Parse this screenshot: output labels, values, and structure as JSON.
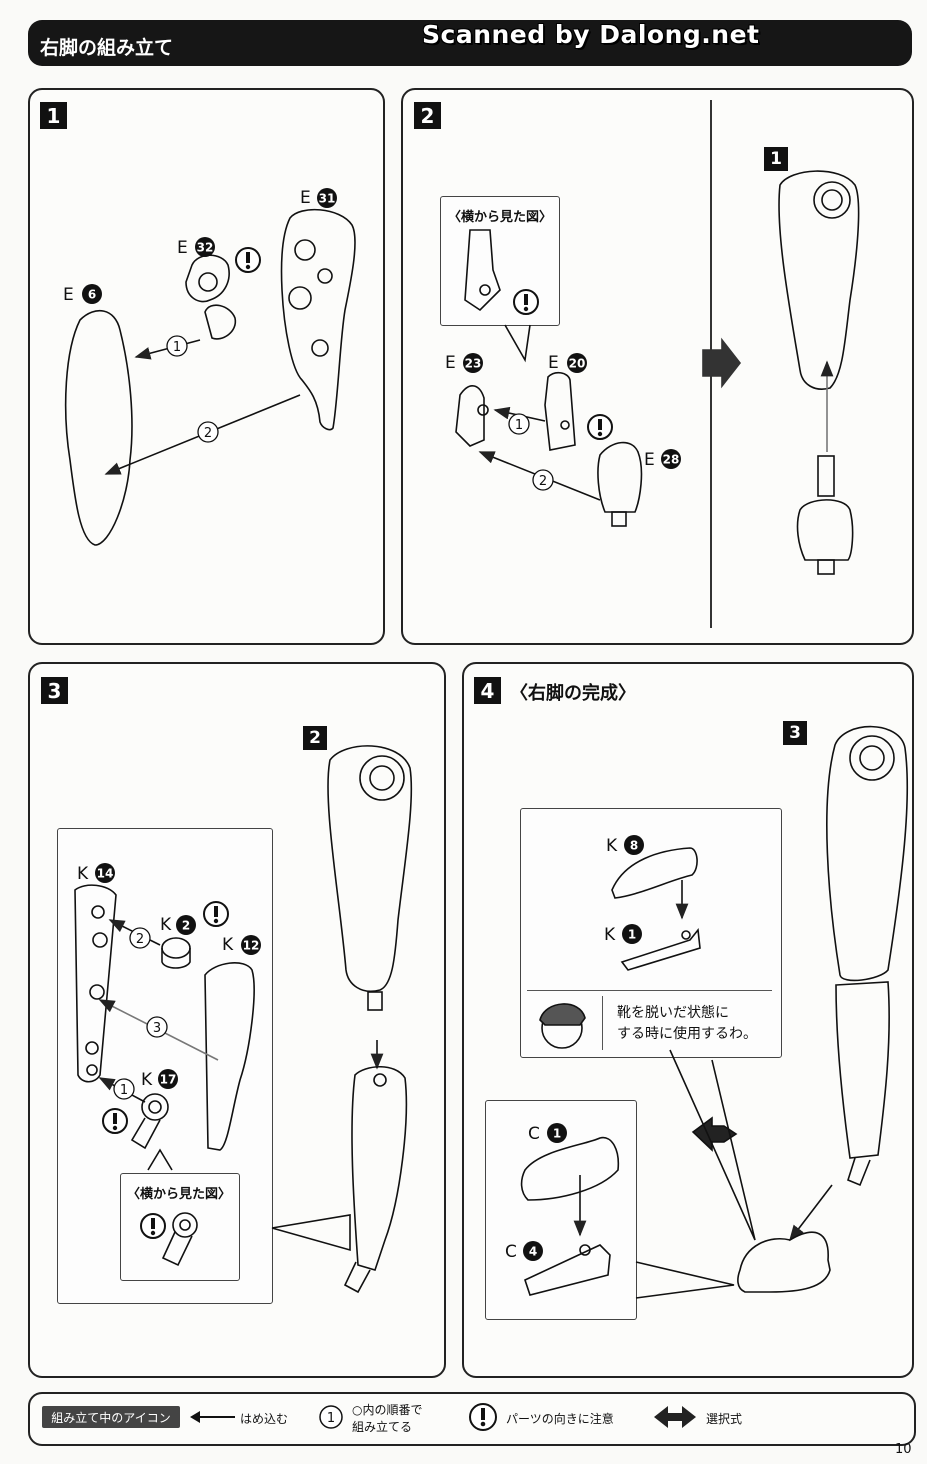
{
  "header": {
    "title": "右脚の組み立て",
    "watermark": "Scanned by Dalong.net"
  },
  "steps": [
    {
      "number": "1",
      "parts": [
        "E",
        "E",
        "E"
      ],
      "part_nums": [
        "31",
        "32",
        "6"
      ],
      "markers": [
        "1",
        "2"
      ]
    },
    {
      "number": "2",
      "parts": [
        "E",
        "E",
        "E"
      ],
      "part_nums": [
        "23",
        "20",
        "28"
      ],
      "side_view": "〈横から見た図〉",
      "markers": [
        "1",
        "2"
      ],
      "ref": "1"
    },
    {
      "number": "3",
      "parts": [
        "K",
        "K",
        "K",
        "K"
      ],
      "part_nums": [
        "14",
        "2",
        "12",
        "17"
      ],
      "side_view": "〈横から見た図〉",
      "markers": [
        "2",
        "3",
        "1"
      ],
      "ref": "2"
    },
    {
      "number": "4",
      "title": "〈右脚の完成〉",
      "parts": [
        "K",
        "K",
        "C",
        "C"
      ],
      "part_nums": [
        "8",
        "1",
        "1",
        "4"
      ],
      "note_line1": "靴を脱いだ状態に",
      "note_line2": "する時に使用するわ。",
      "ref": "3"
    }
  ],
  "footer": {
    "label": "組み立て中のアイコン",
    "push_in": "はめ込む",
    "order_num": "1",
    "order_line1": "○内の順番で",
    "order_line2": "組み立てる",
    "caution": "パーツの向きに注意",
    "choice": "選択式"
  },
  "page_number": "10"
}
